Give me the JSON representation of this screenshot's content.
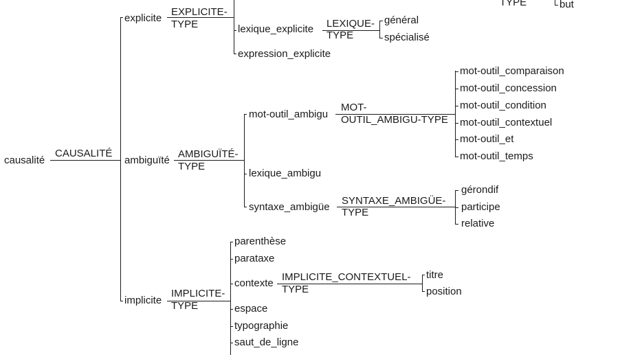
{
  "diagram": {
    "root": "causalité",
    "root_type": "CAUSALITÉ",
    "branches": {
      "explicite": {
        "label": "explicite",
        "type": [
          "EXPLICITE-",
          "TYPE"
        ],
        "items": {
          "lexique": "lexique_explicite",
          "lexique_type": [
            "LEXIQUE-",
            "TYPE"
          ],
          "lexique_values": [
            "général",
            "spécialisé"
          ],
          "expression": "expression_explicite"
        }
      },
      "ambiguite": {
        "label": "ambiguïté",
        "type": [
          "AMBIGUÏTÉ-",
          "TYPE"
        ],
        "items": {
          "mot_outil": "mot-outil_ambigu",
          "mot_outil_type": [
            "MOT-",
            "OUTIL_AMBIGU-TYPE"
          ],
          "mot_outil_values": [
            "mot-outil_comparaison",
            "mot-outil_concession",
            "mot-outil_condition",
            "mot-outil_contextuel",
            "mot-outil_et",
            "mot-outil_temps"
          ],
          "lexique": "lexique_ambigu",
          "syntaxe": "syntaxe_ambigüe",
          "syntaxe_type": [
            "SYNTAXE_AMBIGÜE-",
            "TYPE"
          ],
          "syntaxe_values": [
            "gérondif",
            "participe",
            "relative"
          ]
        }
      },
      "implicite": {
        "label": "implicite",
        "type": [
          "IMPLICITE-",
          "TYPE"
        ],
        "items": [
          "parenthèse",
          "parataxe",
          "contexte",
          "espace",
          "typographie",
          "saut_de_ligne"
        ],
        "contexte_type": [
          "IMPLICITE_CONTEXTUEL-",
          "TYPE"
        ],
        "contexte_values": [
          "titre",
          "position"
        ]
      }
    },
    "top_right": {
      "type_fragment": "TYPE",
      "value_fragment": "but"
    }
  }
}
